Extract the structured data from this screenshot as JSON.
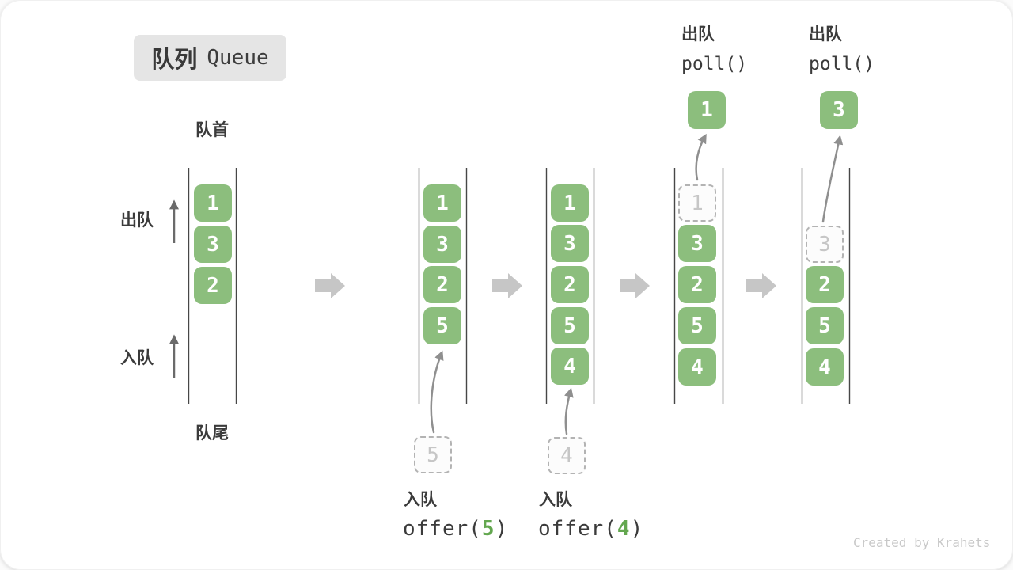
{
  "title": {
    "zh": "队列",
    "en": "Queue"
  },
  "side_labels": {
    "front": "队首",
    "rear": "队尾",
    "dequeue": "出队",
    "enqueue": "入队"
  },
  "states": {
    "s1": {
      "boxes": [
        "1",
        "3",
        "2"
      ]
    },
    "s2": {
      "boxes": [
        "1",
        "3",
        "2",
        "5"
      ],
      "incoming": "5"
    },
    "s3": {
      "boxes": [
        "1",
        "3",
        "2",
        "5",
        "4"
      ],
      "incoming": "4"
    },
    "s4": {
      "removed": "1",
      "boxes": [
        "3",
        "2",
        "5",
        "4"
      ],
      "popped": "1",
      "op_label": "出队",
      "op_code": "poll()"
    },
    "s5": {
      "removed": "3",
      "boxes": [
        "2",
        "5",
        "4"
      ],
      "popped": "3",
      "op_label": "出队",
      "op_code": "poll()"
    }
  },
  "operations": {
    "enqueue5": {
      "label": "入队",
      "fn": "offer(",
      "arg": "5",
      "close": ")"
    },
    "enqueue4": {
      "label": "入队",
      "fn": "offer(",
      "arg": "4",
      "close": ")"
    }
  },
  "credit": "Created by Krahets",
  "colors": {
    "item_green": "#8CBE7D",
    "arg_green": "#63A74F",
    "step_arrow_gray": "#C6C6C6",
    "rail_gray": "#474747",
    "dashed_gray": "#B3B3B3",
    "badge_bg": "#E5E5E5"
  }
}
